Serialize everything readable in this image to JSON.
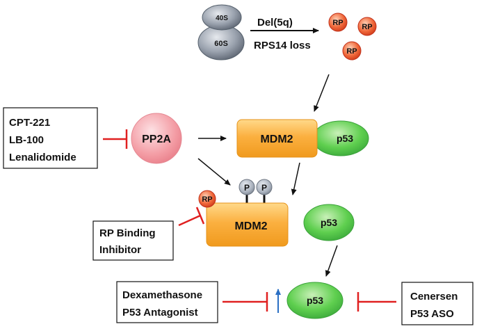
{
  "ribosome": {
    "small": "40S",
    "large": "60S"
  },
  "arrow_top": {
    "line1": "Del(5q)",
    "line2": "RPS14 loss"
  },
  "rp_label": "RP",
  "pp2a": "PP2A",
  "mdm2": "MDM2",
  "p53": "p53",
  "phospho": "P",
  "box_drugs": {
    "line1": "CPT-221",
    "line2": "LB-100",
    "line3": "Lenalidomide"
  },
  "box_rp_inhibitor": {
    "line1": "RP Binding",
    "line2": "Inhibitor"
  },
  "box_dexa": {
    "line1": "Dexamethasone",
    "line2": "P53 Antagonist"
  },
  "box_cenersen": {
    "line1": "Cenersen",
    "line2": "P53 ASO"
  },
  "colors": {
    "inhibit": "#e02020",
    "mdm2": "#f5a623",
    "p53": "#4cc34c",
    "pp2a": "#f08c94",
    "rp": "#e8532a",
    "up_arrow": "#2a6fc4"
  }
}
